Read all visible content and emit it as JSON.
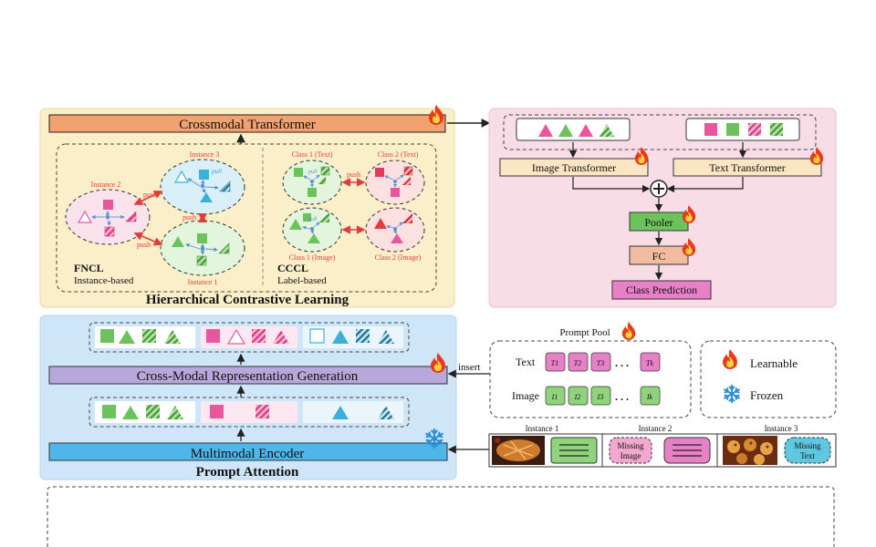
{
  "hcl": {
    "transformer_label": "Crossmodal Transformer",
    "title": "Hierarchical Contrastive Learning",
    "fncl": {
      "name": "FNCL",
      "subtitle": "Instance-based",
      "instance_labels": [
        "Instance 3",
        "Instance 2",
        "Instance 1"
      ],
      "push": "push",
      "pull": "pull"
    },
    "cccl": {
      "name": "CCCL",
      "subtitle": "Label-based",
      "class_labels": [
        "Class 1 (Text)",
        "Class 2 (Text)",
        "Class 1 (Image)",
        "Class 2 (Image)"
      ],
      "push": "push",
      "pull": "pull"
    }
  },
  "classifier": {
    "image_transformer": "Image Transformer",
    "text_transformer": "Text Transformer",
    "pooler": "Pooler",
    "fc": "FC",
    "prediction": "Class Prediction"
  },
  "prompt_attention": {
    "title": "Prompt Attention",
    "generation_label": "Cross-Modal Representation Generation",
    "encoder_label": "Multimodal Encoder"
  },
  "prompt_pool": {
    "title": "Prompt Pool",
    "insert": "insert",
    "text_row": "Text",
    "image_row": "Image",
    "text_tokens": [
      "T1",
      "T2",
      "T3",
      "Tk"
    ],
    "image_tokens": [
      "I1",
      "I2",
      "I3",
      "Ik"
    ],
    "ellipsis": ". . ."
  },
  "legend": {
    "learnable": "Learnable",
    "frozen": "Frozen"
  },
  "inputs": {
    "instance_labels": [
      "Instance 1",
      "Instance 2",
      "Instance 3"
    ],
    "missing_image": [
      "Missing",
      "Image"
    ],
    "missing_text": [
      "Missing",
      "Text"
    ]
  },
  "colors": {
    "hcl_panel": "#fbefc9",
    "classifier_panel": "#f9dde6",
    "prompt_panel": "#cfe6f8",
    "transformer": "#f2a271",
    "generation": "#b7a8db",
    "encoder": "#4fb6ea",
    "green": "#6cc35b",
    "pink": "#e8579d",
    "cyan": "#3cb0d8",
    "red_push": "#e23b3b"
  },
  "icons": [
    "fire-icon",
    "snowflake-icon"
  ]
}
